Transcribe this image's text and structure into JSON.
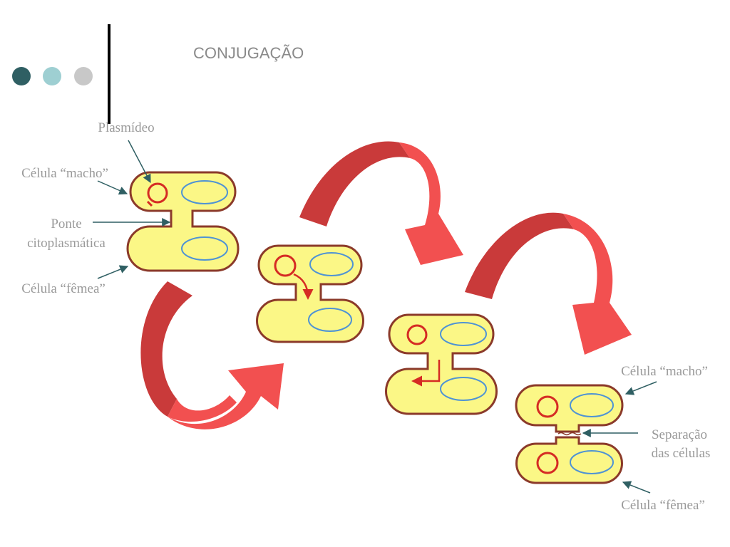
{
  "slide": {
    "title": "CONJUGAÇÃO",
    "dot_colors": [
      "#2f5f63",
      "#9ecfd2",
      "#c8c8c8"
    ]
  },
  "labels": {
    "plasmid": "Plasmídeo",
    "male_cell": "Célula “macho”",
    "bridge_line1": "Ponte",
    "bridge_line2": "citoplasmática",
    "female_cell": "Célula “fêmea”",
    "male_cell_final": "Célula “macho”",
    "separation_line1": "Separação",
    "separation_line2": "das células",
    "female_cell_final": "Célula “fêmea”"
  },
  "colors": {
    "cell_fill": "#fbf786",
    "cell_border": "#8b3a2a",
    "nucleoid": "#4f93d4",
    "plasmid": "#d52b24",
    "arrow_dark": "#c93a3a",
    "arrow_light": "#f25050",
    "pointer": "#2f5f63"
  },
  "stages": [
    {
      "name": "before-transfer"
    },
    {
      "name": "plasmid-replicating"
    },
    {
      "name": "plasmid-transferring"
    },
    {
      "name": "cells-separated"
    }
  ]
}
